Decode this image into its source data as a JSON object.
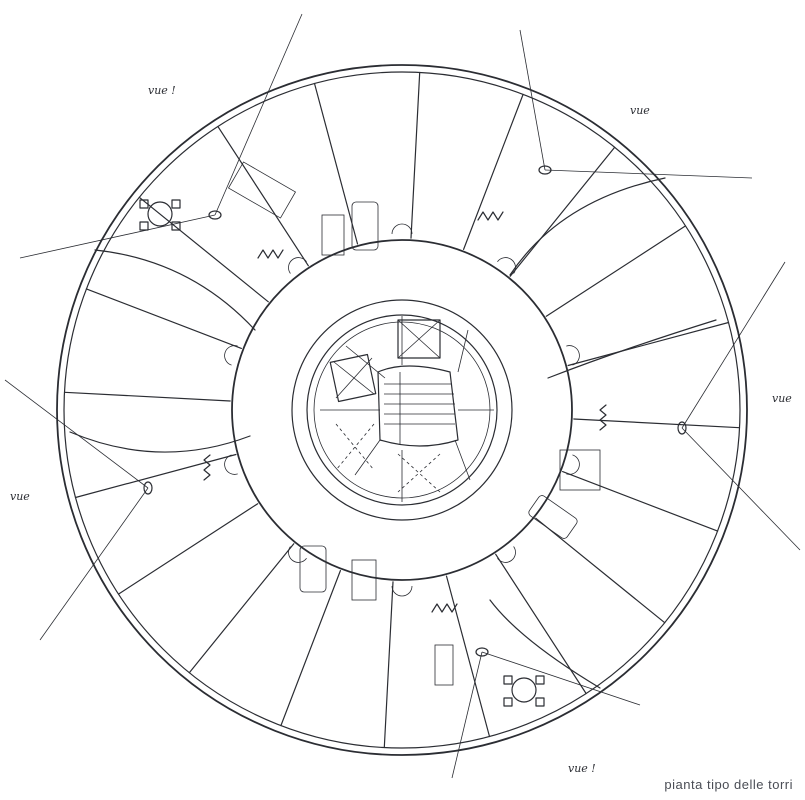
{
  "caption": "pianta tipo delle torri",
  "annotations": {
    "vue_top_left": "vue !",
    "vue_top_right": "vue",
    "vue_right": "vue",
    "vue_left": "vue",
    "vue_bottom": "vue !"
  },
  "colors": {
    "ink": "#2b2d33",
    "paper": "#ffffff",
    "caption": "#4a4d55"
  }
}
